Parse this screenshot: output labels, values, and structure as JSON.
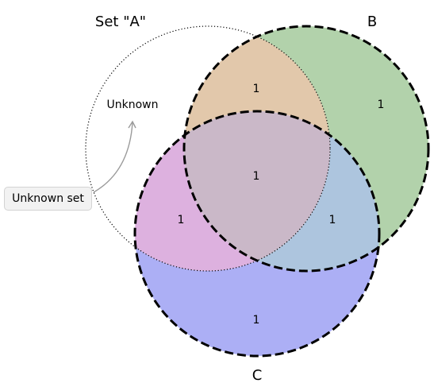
{
  "diagram": {
    "type": "venn3",
    "sets": {
      "a": {
        "label": "Set \"A\"",
        "style": "dotted"
      },
      "b": {
        "label": "B",
        "style": "dashed"
      },
      "c": {
        "label": "C",
        "style": "dashed"
      }
    },
    "regions": {
      "a_only": "",
      "b_only": "1",
      "c_only": "1",
      "ab": "1",
      "ac": "1",
      "bc": "1",
      "abc": "1"
    },
    "region_colors": {
      "ab": "#e2c8ab",
      "b_only": "#b2d2ab",
      "ac": "#ddb1df",
      "abc": "#cab8c8",
      "bc": "#adc5de",
      "c_only": "#acaff5"
    },
    "annotation": {
      "region_text": "Unknown",
      "callout_text": "Unknown set"
    }
  }
}
